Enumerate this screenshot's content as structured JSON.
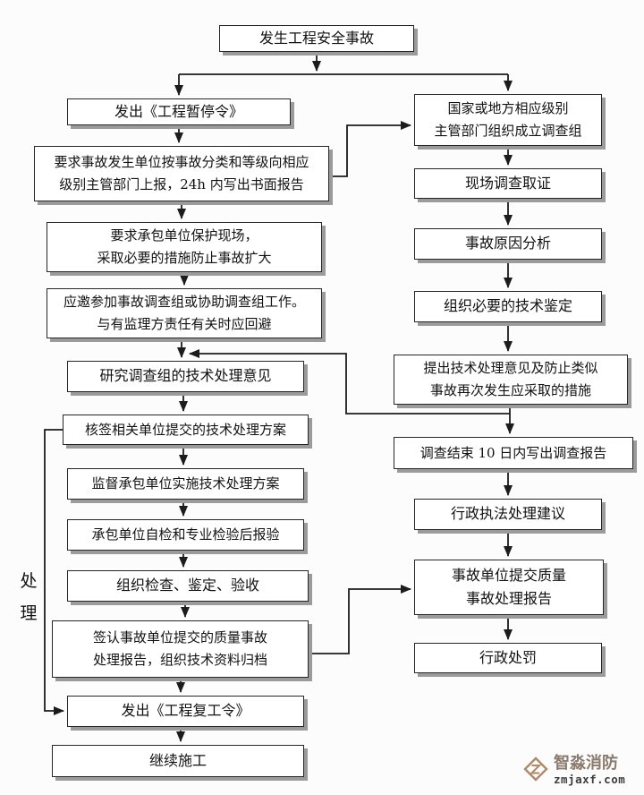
{
  "nodes": {
    "start": {
      "label": "发生工程安全事故"
    },
    "l1": {
      "label": "发出《工程暂停令》"
    },
    "l2": {
      "label": "要求事故发生单位按事故分类和等级向相应\n级别主管部门上报，24h 内写出书面报告"
    },
    "l3": {
      "label": "要求承包单位保护现场，\n采取必要的措施防止事故扩大"
    },
    "l4": {
      "label": "应邀参加事故调查组或协助调查组工作。\n与有监理方责任有关时应回避"
    },
    "l5": {
      "label": "研究调查组的技术处理意见"
    },
    "l6": {
      "label": "核签相关单位提交的技术处理方案"
    },
    "l7": {
      "label": "监督承包单位实施技术处理方案"
    },
    "l8": {
      "label": "承包单位自检和专业检验后报验"
    },
    "l9": {
      "label": "组织检查、鉴定、验收"
    },
    "l10": {
      "label": "签认事故单位提交的质量事故\n处理报告，组织技术资料归档"
    },
    "l11": {
      "label": "发出《工程复工令》"
    },
    "l12": {
      "label": "继续施工"
    },
    "r1": {
      "label": "国家或地方相应级别\n主管部门组织成立调查组"
    },
    "r2": {
      "label": "现场调查取证"
    },
    "r3": {
      "label": "事故原因分析"
    },
    "r4": {
      "label": "组织必要的技术鉴定"
    },
    "r5": {
      "label": "提出技术处理意见及防止类似\n事故再次发生应采取的措施"
    },
    "r6": {
      "label": "调查结束 10 日内写出调查报告"
    },
    "r7": {
      "label": "行政执法处理建议"
    },
    "r8": {
      "label": "事故单位提交质量\n事故处理报告"
    },
    "r9": {
      "label": "行政处罚"
    }
  },
  "side_label": "处\n理",
  "watermark": {
    "brand": "智淼消防",
    "domain": "zmjaxf.com"
  },
  "colors": {
    "page_background": "#fcfcfc",
    "line": "#1c1c1c",
    "box_background": "#ffffff",
    "box_border": "#262626",
    "box_shadow": "#9b9b9b",
    "text": "#111111",
    "watermark_brand": "#8b7a6d",
    "watermark_domain": "#3c3c3c",
    "watermark_logo": "#b08968"
  }
}
